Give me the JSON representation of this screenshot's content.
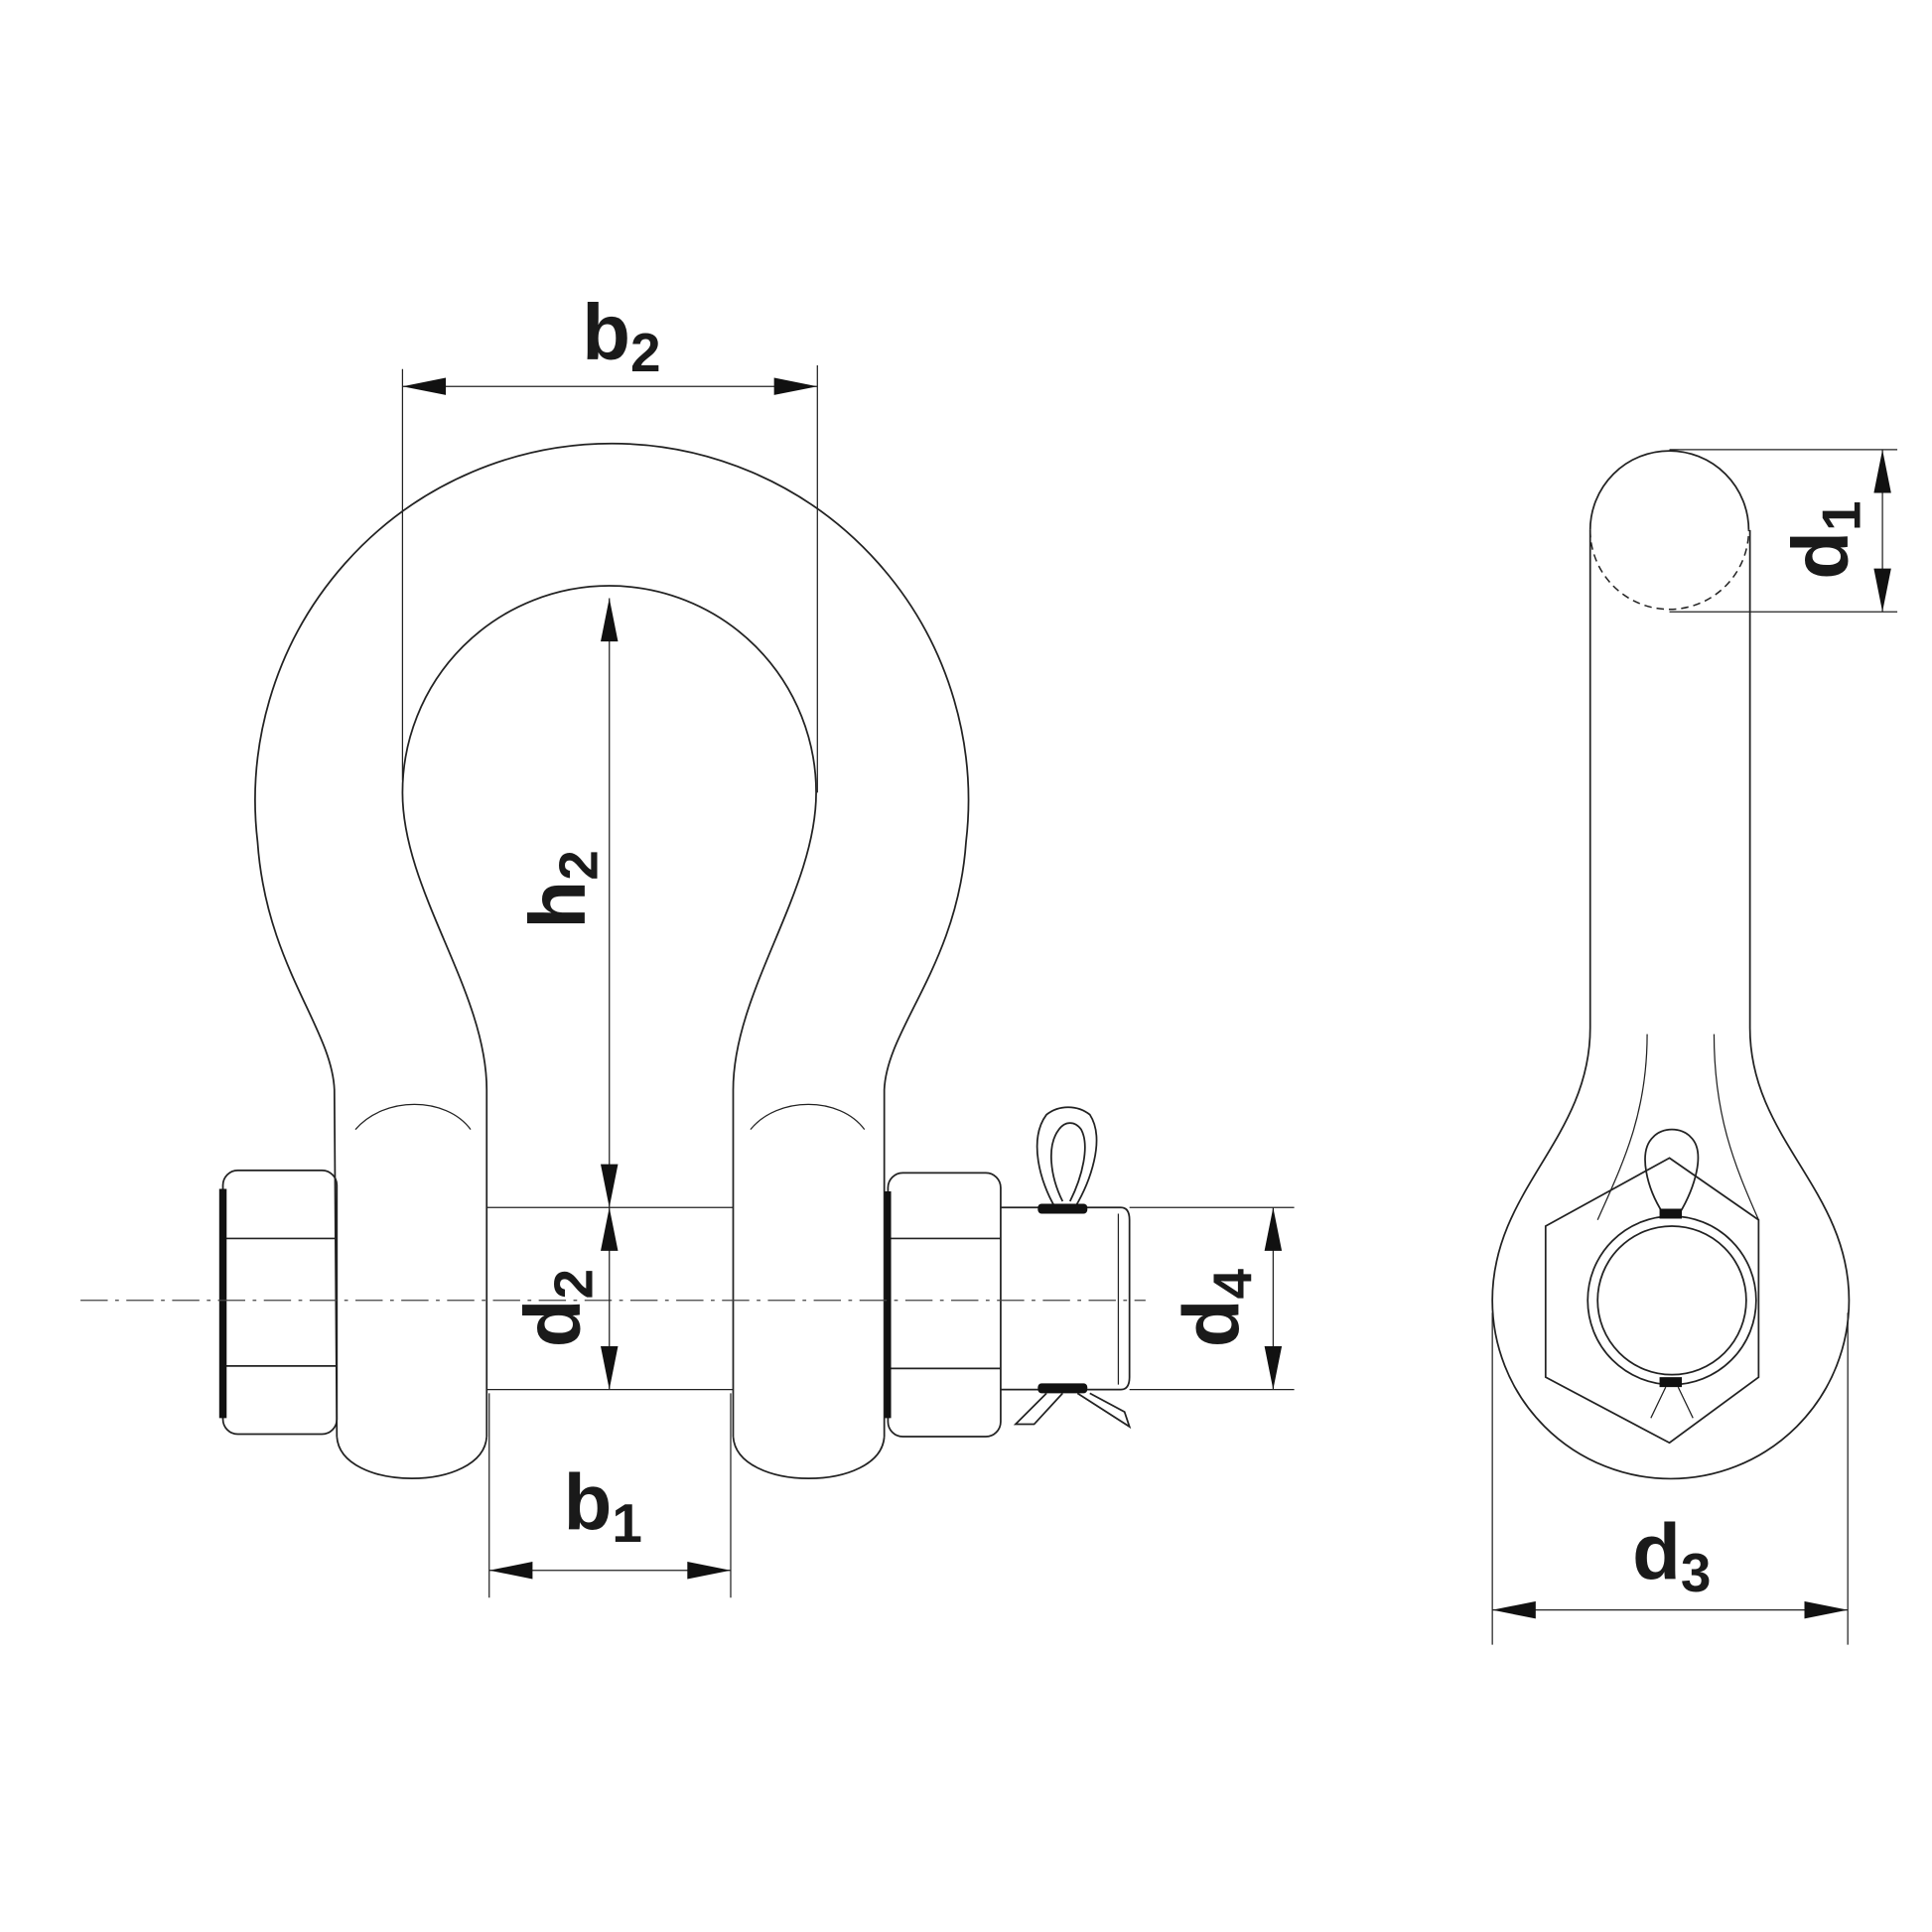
{
  "title": "Bow shackle dimension drawing",
  "dimensions": {
    "b2": {
      "main": "b",
      "sub": "2"
    },
    "h2": {
      "main": "h",
      "sub": "2"
    },
    "d2": {
      "main": "d",
      "sub": "2"
    },
    "b1": {
      "main": "b",
      "sub": "1"
    },
    "d4": {
      "main": "d",
      "sub": "4"
    },
    "d1": {
      "main": "d",
      "sub": "1"
    },
    "d3": {
      "main": "d",
      "sub": "3"
    }
  }
}
